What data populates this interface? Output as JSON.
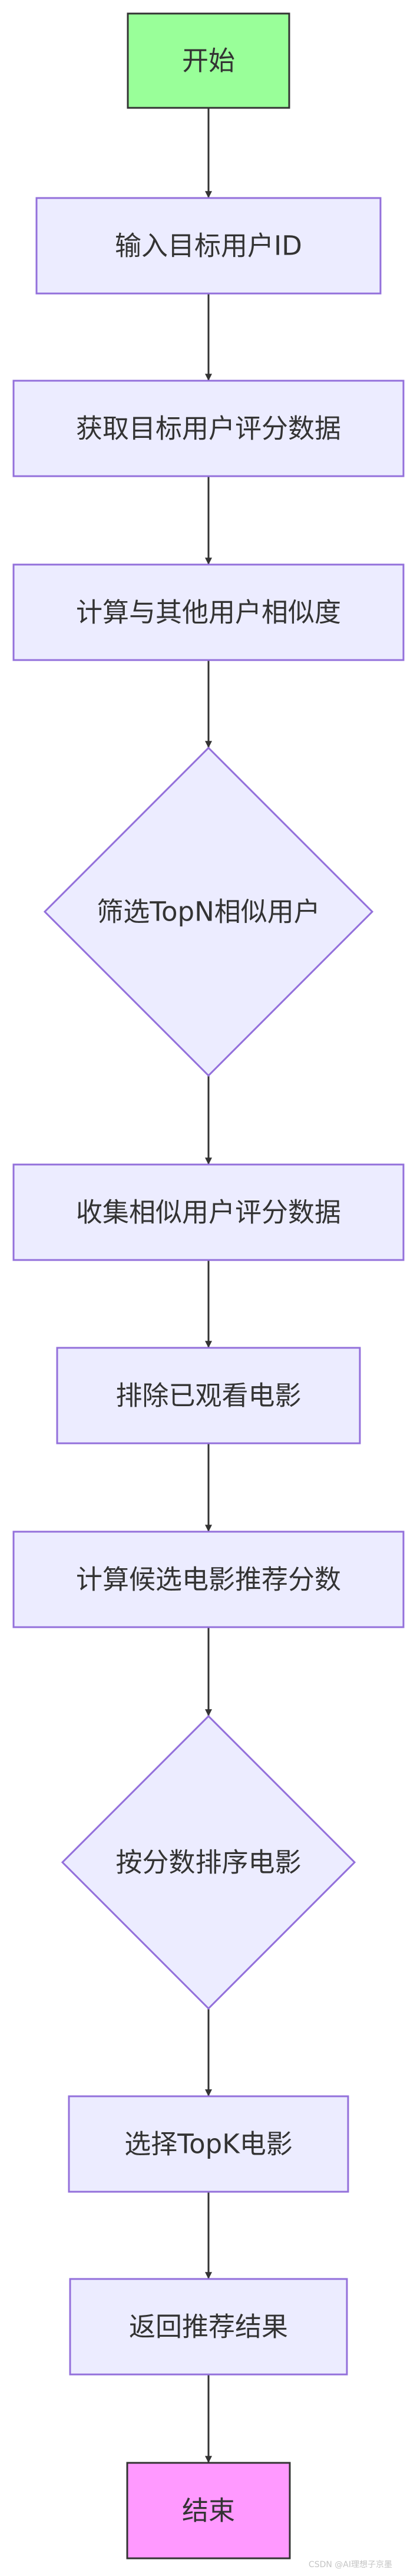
{
  "flowchart": {
    "nodes": [
      {
        "id": "start",
        "shape": "rect",
        "label": "开始",
        "fill": "#99ff99",
        "stroke": "#333333"
      },
      {
        "id": "n1",
        "shape": "rect",
        "label": "输入目标用户ID",
        "fill": "#ececff",
        "stroke": "#9370db"
      },
      {
        "id": "n2",
        "shape": "rect",
        "label": "获取目标用户评分数据",
        "fill": "#ececff",
        "stroke": "#9370db"
      },
      {
        "id": "n3",
        "shape": "rect",
        "label": "计算与其他用户相似度",
        "fill": "#ececff",
        "stroke": "#9370db"
      },
      {
        "id": "d1",
        "shape": "diamond",
        "label": "筛选TopN相似用户",
        "fill": "#ececff",
        "stroke": "#9370db"
      },
      {
        "id": "n4",
        "shape": "rect",
        "label": "收集相似用户评分数据",
        "fill": "#ececff",
        "stroke": "#9370db"
      },
      {
        "id": "n5",
        "shape": "rect",
        "label": "排除已观看电影",
        "fill": "#ececff",
        "stroke": "#9370db"
      },
      {
        "id": "n6",
        "shape": "rect",
        "label": "计算候选电影推荐分数",
        "fill": "#ececff",
        "stroke": "#9370db"
      },
      {
        "id": "d2",
        "shape": "diamond",
        "label": "按分数排序电影",
        "fill": "#ececff",
        "stroke": "#9370db"
      },
      {
        "id": "n7",
        "shape": "rect",
        "label": "选择TopK电影",
        "fill": "#ececff",
        "stroke": "#9370db"
      },
      {
        "id": "n8",
        "shape": "rect",
        "label": "返回推荐结果",
        "fill": "#ececff",
        "stroke": "#9370db"
      },
      {
        "id": "end",
        "shape": "rect",
        "label": "结束",
        "fill": "#ff99ff",
        "stroke": "#333333"
      }
    ],
    "edge_color": "#333333"
  },
  "watermark": "CSDN @AI理想子京墨"
}
